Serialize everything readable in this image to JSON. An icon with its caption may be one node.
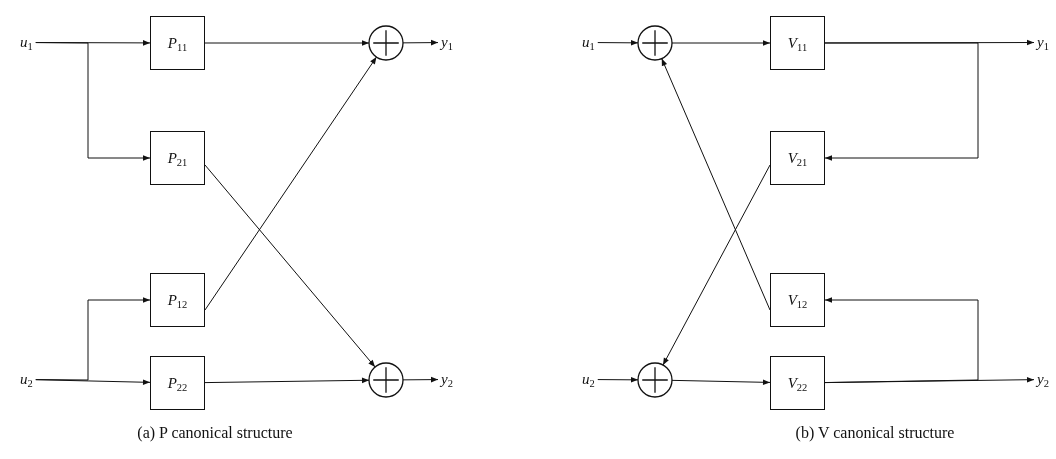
{
  "diagram": {
    "nodes": [
      {
        "text": [
          "*u*$_{1}$"
        ]
      },
      {
        "text": [
          "*u*$_{2}$"
        ]
      },
      {
        "text": [
          "*P*$_{11}$"
        ]
      },
      {
        "text": [
          "*P*$_{21}$"
        ]
      },
      {
        "text": [
          "*P*$_{12}$"
        ]
      },
      {
        "text": [
          "*P*$_{22}$"
        ]
      },
      {
        "text": [],
        "shape": "circle"
      },
      {
        "text": [],
        "shape": "circle"
      },
      {
        "text": [
          "*y*$_{1}$"
        ]
      },
      {
        "text": [
          "*y*$_{2}$"
        ]
      },
      {
        "text": [
          "*u*$_{1}$"
        ]
      },
      {
        "text": [
          "*u*$_{2}$"
        ]
      },
      {
        "text": [],
        "shape": "circle"
      },
      {
        "text": [],
        "shape": "circle"
      },
      {
        "text": [
          "*V*$_{11}$"
        ]
      },
      {
        "text": [
          "*V*$_{21}$"
        ]
      },
      {
        "text": [
          "*V*$_{12}$"
        ]
      },
      {
        "text": [
          "*V*$_{22}$"
        ]
      },
      {
        "text": [
          "*y*$_{1}$"
        ]
      },
      {
        "text": [
          "*y*$_{2}$"
        ]
      }
    ],
    "edges": [
      {
        "from": 0,
        "to": 2,
        "arrow": "to"
      },
      {
        "from": 0,
        "to": 3,
        "arrow": "to"
      },
      {
        "from": 1,
        "to": 4,
        "arrow": "to"
      },
      {
        "from": 1,
        "to": 5,
        "arrow": "to"
      },
      {
        "from": 2,
        "to": 6,
        "arrow": "to"
      },
      {
        "from": 3,
        "to": 7,
        "arrow": "to"
      },
      {
        "from": 4,
        "to": 6,
        "arrow": "to"
      },
      {
        "from": 5,
        "to": 7,
        "arrow": "to"
      },
      {
        "from": 6,
        "to": 8,
        "arrow": "to"
      },
      {
        "from": 7,
        "to": 9,
        "arrow": "to"
      },
      {
        "from": 10,
        "to": 12,
        "arrow": "to"
      },
      {
        "from": 11,
        "to": 13,
        "arrow": "to"
      },
      {
        "from": 12,
        "to": 14,
        "arrow": "to"
      },
      {
        "from": 13,
        "to": 17,
        "arrow": "to"
      },
      {
        "from": 14,
        "to": 18,
        "arrow": "to"
      },
      {
        "from": 14,
        "to": 15,
        "arrow": "to"
      },
      {
        "from": 17,
        "to": 19,
        "arrow": "to"
      },
      {
        "from": 17,
        "to": 16,
        "arrow": "to"
      },
      {
        "from": 15,
        "to": 13,
        "arrow": "to"
      },
      {
        "from": 16,
        "to": 12,
        "arrow": "to"
      }
    ],
    "labels": [
      "(a) P canonical structure",
      "(b) V canonical structure"
    ]
  }
}
